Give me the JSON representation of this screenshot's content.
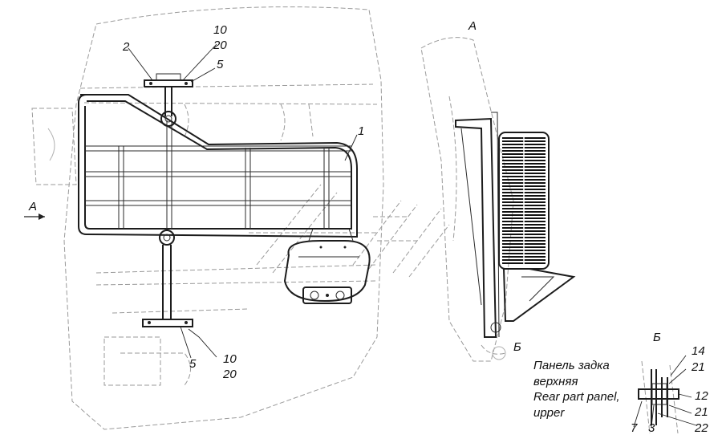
{
  "callouts": {
    "top_2": "2",
    "top_10": "10",
    "top_20": "20",
    "top_5": "5",
    "right_1": "1",
    "bottom_5": "5",
    "bottom_10": "10",
    "bottom_20": "20"
  },
  "views": {
    "arrow_a": "А",
    "view_a_title": "А",
    "marker_b": "Б",
    "view_b_title": "Б"
  },
  "caption": {
    "ru_line1": "Панель задка",
    "ru_line2": "верхняя",
    "en_line1": "Rear part panel,",
    "en_line2": "upper"
  },
  "detail_b": {
    "n14": "14",
    "n21a": "21",
    "n12": "12",
    "n21b": "21",
    "n22": "22",
    "n7": "7",
    "n3": "3"
  }
}
